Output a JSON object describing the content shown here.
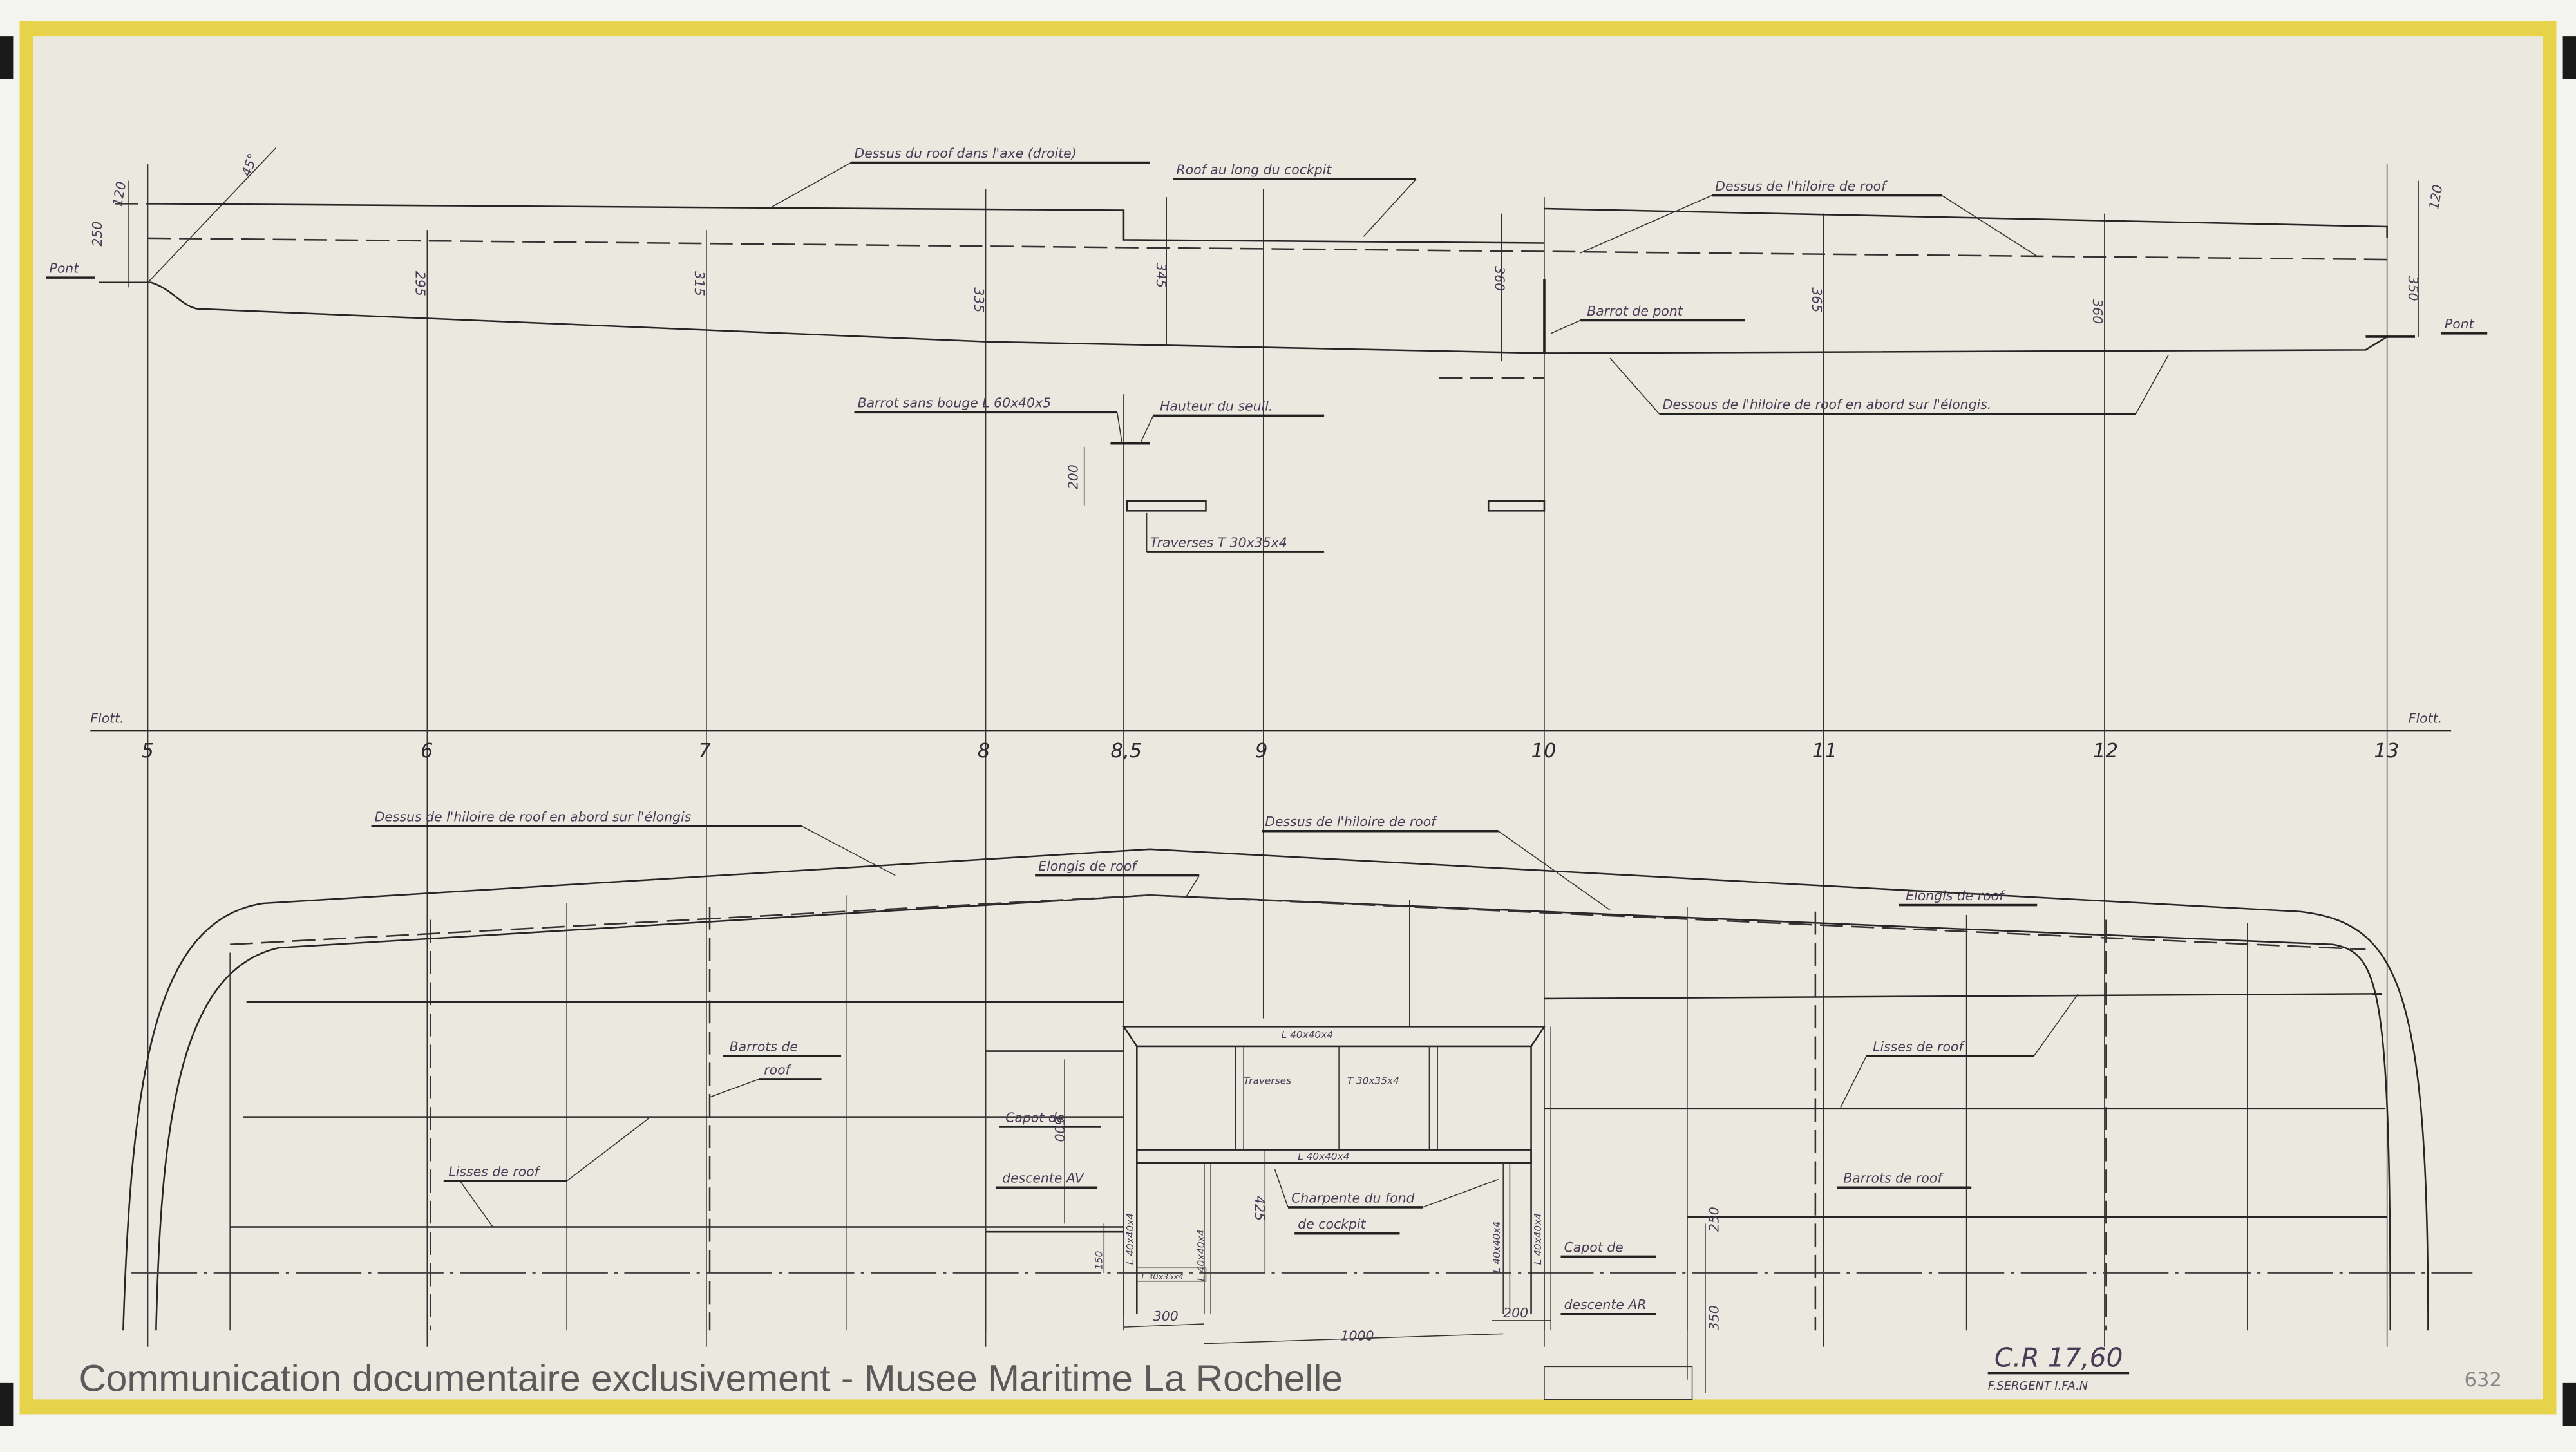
{
  "watermark": "Communication documentaire exclusivement - Musee Maritime La Rochelle",
  "sheet_number": "632",
  "title_block": {
    "code": "C.R 17,60",
    "author": "F.SERGENT I.FA.N"
  },
  "stations": [
    "5",
    "6",
    "7",
    "8",
    "8,5",
    "9",
    "10",
    "11",
    "12",
    "13"
  ],
  "profile": {
    "waterline_left": "Flott.",
    "waterline_right": "Flott.",
    "pont_left": "Pont",
    "pont_right": "Pont",
    "angle": "45°",
    "dim_250": "250",
    "dim_120_left": "120",
    "dim_120_right": "120",
    "heights": [
      "295",
      "315",
      "335",
      "345",
      "360",
      "365",
      "360",
      "350"
    ],
    "dim_200": "200",
    "labels": {
      "dessus_roof_axe": "Dessus du roof dans l'axe (droite)",
      "roof_cockpit": "Roof au long du cockpit",
      "dessus_hiloire": "Dessus de l'hiloire de roof",
      "barrot_pont": "Barrot de pont",
      "dessous_hiloire": "Dessous de l'hiloire de roof en abord sur l'élongis.",
      "barrot_bouge": "Barrot sans bouge L 60x40x5",
      "hauteur_seuil": "Hauteur du seuil.",
      "traverses": "Traverses T 30x35x4"
    }
  },
  "plan": {
    "labels": {
      "dessus_hiloire_abord": "Dessus de l'hiloire de roof en abord sur l'élongis",
      "dessus_hiloire": "Dessus de l'hiloire de roof",
      "elongis_1": "Elongis de roof",
      "elongis_2": "Elongis de roof",
      "barrots_roof_1": "Barrots de",
      "barrots_roof_1b": "roof",
      "lisses_roof_1": "Lisses de roof",
      "lisses_roof_2": "Lisses de roof",
      "barrots_roof_2": "Barrots de roof",
      "capot_av_1": "Capot de",
      "capot_av_2": "descente AV",
      "capot_ar_1": "Capot de",
      "capot_ar_2": "descente AR",
      "angle_top": "L 40x40x4",
      "angle_mid": "L 40x40x4",
      "traverses": "Traverses",
      "t_section": "T 30x35x4",
      "t_section_small": "T 30x35x4",
      "angle_v1": "L 40x40x4",
      "angle_v2": "L 40x40x4",
      "angle_v3": "L 40x40x4",
      "angle_v4": "L 40x40x4",
      "charpente_1": "Charpente du fond",
      "charpente_2": "de cockpit"
    },
    "dims": {
      "d600": "600",
      "d150": "150",
      "d425": "425",
      "d300": "300",
      "d1000": "1000",
      "d200": "200",
      "d250": "250",
      "d350": "350"
    }
  }
}
